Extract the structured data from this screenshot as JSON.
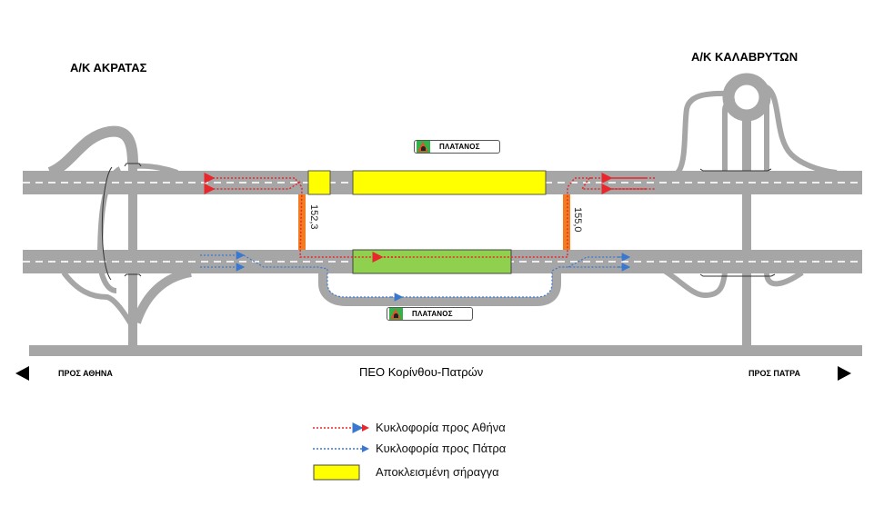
{
  "junctions": {
    "left_title": "Α/Κ ΑΚΡΑΤΑΣ",
    "right_title": "Α/Κ ΚΑΛΑΒΡΥΤΩΝ"
  },
  "tunnel_signs": {
    "top": "ΠΛΑΤΑΝΟΣ",
    "bottom": "ΠΛΑΤΑΝΟΣ"
  },
  "chainage": {
    "left": "152,3",
    "right": "155,0"
  },
  "bottom_road": {
    "label": "ΠΕΟ Κορίνθου-Πατρών",
    "left_direction": "ΠΡΟΣ ΑΘΗΝΑ",
    "right_direction": "ΠΡΟΣ ΠΑΤΡΑ"
  },
  "legend": {
    "items": [
      {
        "label": "Κυκλοφορία προς Αθήνα",
        "type": "dotted-arrow",
        "color": "#e8262b"
      },
      {
        "label": "Κυκλοφορία προς Πάτρα",
        "type": "dotted-arrow",
        "color": "#3a78d0"
      },
      {
        "label": "Αποκλεισμένη σήραγγα",
        "type": "box",
        "color": "#ffff00"
      }
    ]
  },
  "colors": {
    "road": "#a6a6a6",
    "closed_tunnel": "#ffff00",
    "open_tunnel": "#8fd14f",
    "crossover": "#f47c20",
    "to_athens": "#e8262b",
    "to_patra": "#3a78d0"
  }
}
